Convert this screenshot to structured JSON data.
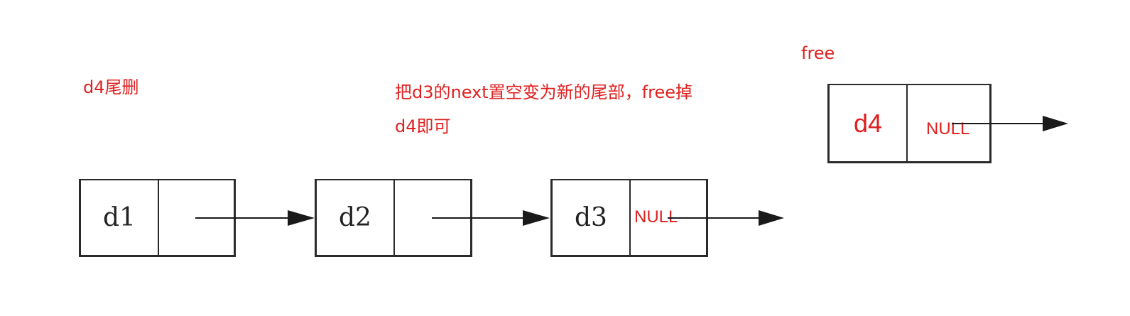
{
  "title": "d4尾删",
  "description": [
    "把d3的next置空变为新的尾部，free掉",
    "d4即可"
  ],
  "free_label": "free",
  "nodes": [
    {
      "label": "d1",
      "next": ""
    },
    {
      "label": "d2",
      "next": ""
    },
    {
      "label": "d3",
      "next": "NULL"
    },
    {
      "label": "d4",
      "next": "NULL"
    }
  ],
  "colors": {
    "annotation": "#e02020",
    "outline": "#2a2a2a"
  }
}
